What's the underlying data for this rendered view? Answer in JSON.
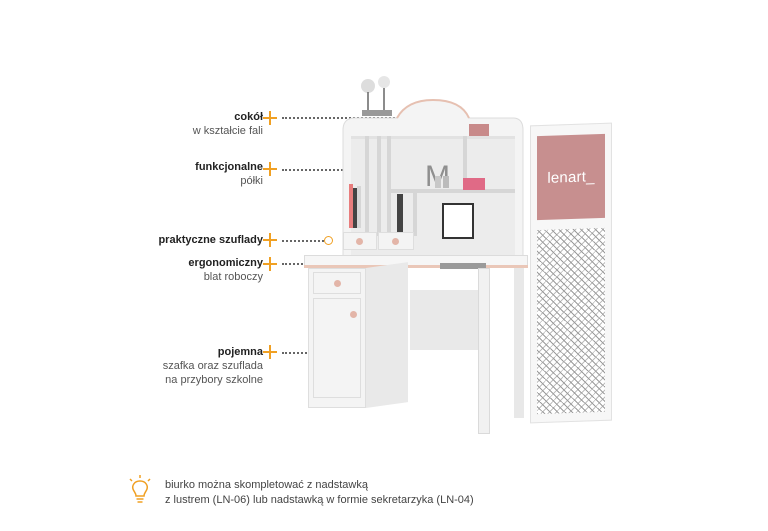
{
  "callouts": [
    {
      "title": "cokół",
      "subtitle": "w kształcie fali"
    },
    {
      "title": "funkcjonalne",
      "subtitle": "półki"
    },
    {
      "title": "praktyczne szuflady",
      "subtitle": ""
    },
    {
      "title": "ergonomiczny",
      "subtitle": "blat roboczy"
    },
    {
      "title": "pojemna",
      "subtitle": "szafka oraz szuflada",
      "subtitle2": "na przybory szkolne"
    }
  ],
  "brand": {
    "logo": "lenart_"
  },
  "note": {
    "icon": "lightbulb-icon",
    "line1": "biurko można skompletować z nadstawką",
    "line2": "z lustrem (LN-06) lub nadstawką w formie sekretarzyka (LN-04)"
  },
  "decor": {
    "letter": "M"
  },
  "colors": {
    "accent": "#f0a023",
    "brand": "#c78f8f",
    "knob": "#e3b5a8",
    "desk_top": "#eac7b8"
  }
}
